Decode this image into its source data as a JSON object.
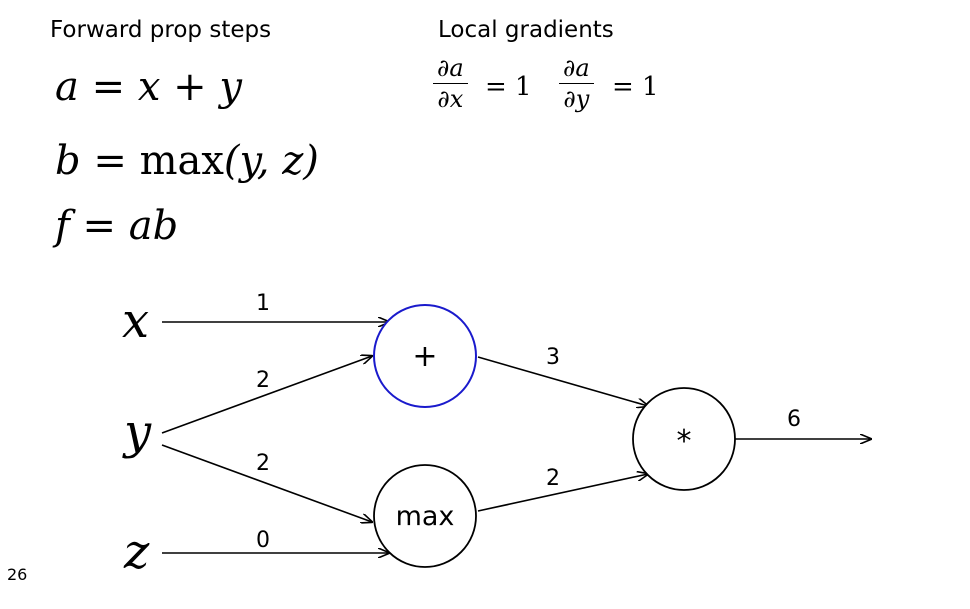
{
  "headings": {
    "forward": "Forward prop steps",
    "local": "Local gradients"
  },
  "equations": {
    "a": {
      "lhs": "a",
      "rhs": "x + y"
    },
    "b": {
      "lhs": "b",
      "rhs_func": "max",
      "rhs_args": "(y, z)"
    },
    "f": {
      "lhs": "f",
      "rhs": "ab"
    },
    "eq_sign": "="
  },
  "local_gradients": [
    {
      "numerator": "∂a",
      "denominator": "∂x",
      "value": "= 1"
    },
    {
      "numerator": "∂a",
      "denominator": "∂y",
      "value": "= 1"
    }
  ],
  "graph": {
    "inputs": {
      "x": "x",
      "y": "y",
      "z": "z"
    },
    "nodes": {
      "add": "+",
      "max": "max",
      "mul": "*"
    },
    "node_colors": {
      "add_stroke": "#1a1acc",
      "default_stroke": "#000000"
    },
    "edge_values": {
      "x_to_add": "1",
      "y_to_add": "2",
      "y_to_max": "2",
      "z_to_max": "0",
      "add_to_mul": "3",
      "max_to_mul": "2",
      "mul_out": "6"
    }
  },
  "slide_number": "26"
}
